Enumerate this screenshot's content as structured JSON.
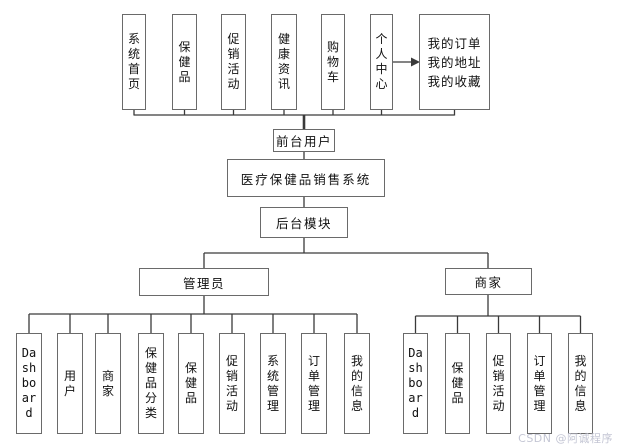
{
  "colors": {
    "line": "#3a3a3a",
    "box-border": "#6a6a6a",
    "text": "#111111",
    "watermark": "#c4c6d4"
  },
  "chart": {
    "system_title": "医疗保健品销售系统",
    "front_user_label": "前台用户",
    "backend_label": "后台模块",
    "front_modules": [
      "系统首页",
      "保健品",
      "促销活动",
      "健康资讯",
      "购物车",
      "个人中心"
    ],
    "personal_center_items": [
      "我的订单",
      "我的地址",
      "我的收藏"
    ],
    "admin": {
      "label": "管理员",
      "children": [
        "Dashboard",
        "用户",
        "商家",
        "保健品分类",
        "保健品",
        "促销活动",
        "系统管理",
        "订单管理",
        "我的信息"
      ]
    },
    "merchant": {
      "label": "商家",
      "children": [
        "Dashboard",
        "保健品",
        "促销活动",
        "订单管理",
        "我的信息"
      ]
    },
    "watermark": "CSDN @阿诚程序"
  }
}
